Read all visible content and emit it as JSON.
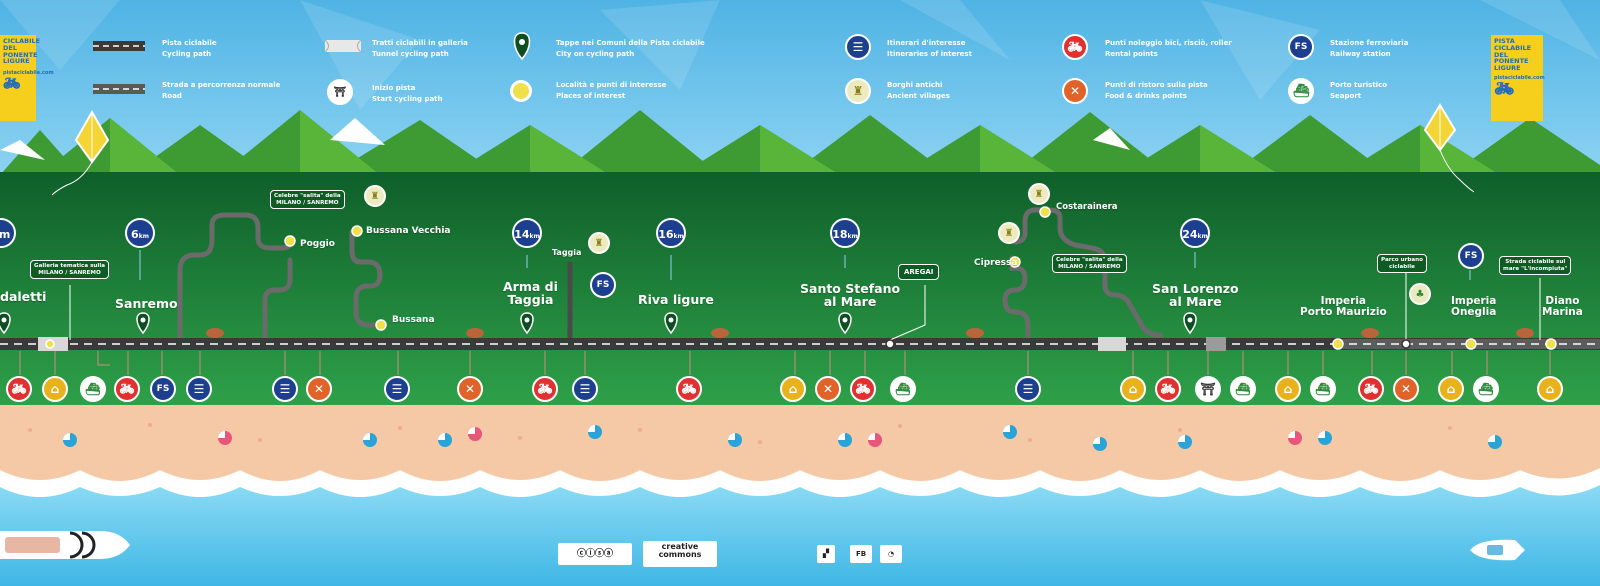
{
  "legend": {
    "pista": {
      "it": "Pista ciclabile",
      "en": "Cycling path"
    },
    "strada": {
      "it": "Strada a percorrenza normale",
      "en": "Road"
    },
    "galleria": {
      "it": "Tratti ciclabili in galleria",
      "en": "Tunnel cycling path"
    },
    "inizio": {
      "it": "Inizio pista",
      "en": "Start cycling path"
    },
    "tappe": {
      "it": "Tappe nei Comuni della Pista ciclabile",
      "en": "City on cycling path"
    },
    "localita": {
      "it": "Località e punti di interesse",
      "en": "Places of interest"
    },
    "itinerari": {
      "it": "Itinerari d'interesse",
      "en": "Itineraries of interest"
    },
    "borghi": {
      "it": "Borghi antichi",
      "en": "Ancient villages"
    },
    "noleggio": {
      "it": "Punti noleggio bici, risciò, roller",
      "en": "Rental points"
    },
    "ristoro": {
      "it": "Punti di ristoro sulla pista",
      "en": "Food & drinks points"
    },
    "stazione": {
      "it": "Stazione ferroviaria",
      "en": "Railway station"
    },
    "porto": {
      "it": "Porto turistico",
      "en": "Seaport"
    }
  },
  "brand": {
    "left": "CICLABILE DEL PONENTE LIGURE",
    "right": "PISTA CICLABILE DEL PONENTE LIGURE",
    "web": "pistaciclabile.com"
  },
  "towns": {
    "ospedaletti": "daletti",
    "sanremo": "Sanremo",
    "poggio": "Poggio",
    "bussana_vecchia": "Bussana Vecchia",
    "bussana": "Bussana",
    "arma": "Arma di\nTaggia",
    "taggia": "Taggia",
    "riva": "Riva ligure",
    "santo_stefano": "Santo Stefano\nal Mare",
    "cipressa": "Cipressa",
    "costarainera": "Costarainera",
    "san_lorenzo": "San Lorenzo\nal Mare",
    "imperia_pm": "Imperia\nPorto Maurizio",
    "imperia_on": "Imperia\nOneglia",
    "diano": "Diano\nMarina"
  },
  "callouts": {
    "galleria": "Galleria tematica sulla\nMILANO / SANREMO",
    "salita1": "Celebre \"salita\" della\nMILANO / SANREMO",
    "aregai": "AREGAI",
    "salita2": "Celebre \"salita\" della\nMILANO / SANREMO",
    "parco": "Parco urbano\nciclabile",
    "strada_mare": "Strada ciclabile sul\nmare \"L'incompiuta\""
  },
  "km": {
    "k6": "6",
    "k14": "14",
    "k16": "16",
    "k18": "18",
    "k24": "24",
    "unit": "km"
  },
  "fs_label": "FS",
  "footer": {
    "cc": "creative commons",
    "fb": "FB"
  },
  "colors": {
    "sky": "#5ab9e6",
    "mountain": "#3a8e2c",
    "grass": "#1f7a33",
    "road": "#3b3b3b",
    "sand": "#f4c6a4",
    "sea": "#59c4ea",
    "blue_icon": "#1d3f8f",
    "red_icon": "#e03030",
    "orange_icon": "#e0642a",
    "yellow_icon": "#e8b21d",
    "white_icon": "#ffffff"
  },
  "icons": {
    "rental": "bicycle-icon",
    "food": "fork-knife-icon",
    "itinerary": "signpost-icon",
    "village": "castle-icon",
    "seaport": "boat-icon",
    "start": "gate-icon",
    "city": "map-pin-icon"
  }
}
